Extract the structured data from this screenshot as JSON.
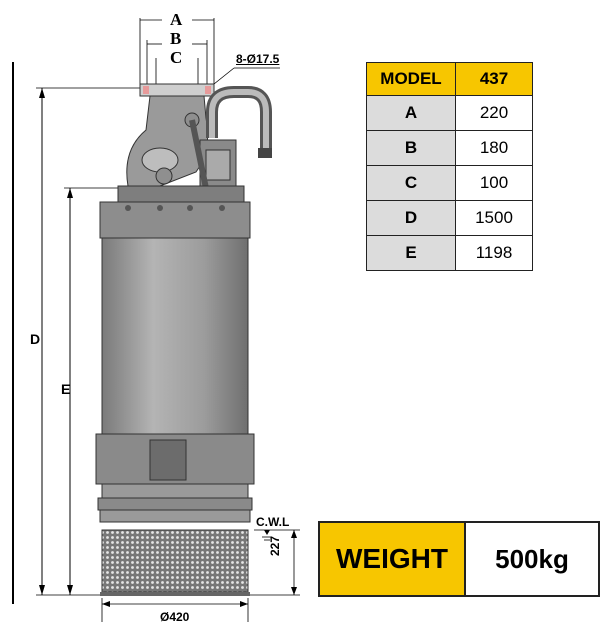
{
  "dimension_labels": {
    "a": "A",
    "b": "B",
    "c": "C",
    "d": "D",
    "e": "E",
    "flange": "8-Ø17.5",
    "cwl": "C.W.L",
    "height_227": "227",
    "diameter": "Ø420"
  },
  "spec_table": {
    "header": {
      "key": "MODEL",
      "value": "437"
    },
    "rows": [
      {
        "key": "A",
        "value": "220"
      },
      {
        "key": "B",
        "value": "180"
      },
      {
        "key": "C",
        "value": "100"
      },
      {
        "key": "D",
        "value": "1500"
      },
      {
        "key": "E",
        "value": "1198"
      }
    ]
  },
  "weight": {
    "label": "WEIGHT",
    "value": "500kg"
  },
  "colors": {
    "accent": "#f7c600",
    "table_key_bg": "#dcdcdc",
    "pump_body": "#a9a9a9"
  }
}
